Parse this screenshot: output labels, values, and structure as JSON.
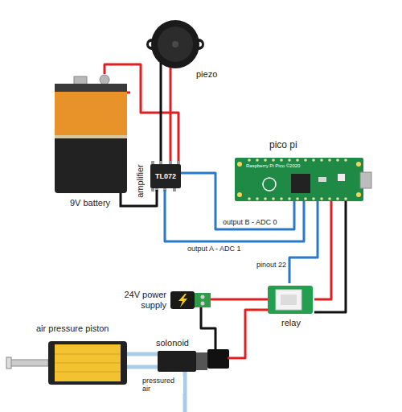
{
  "diagram": {
    "nodes": [
      {
        "text": [
          "piezo"
        ]
      },
      {
        "text": [
          "9V battery"
        ]
      },
      {
        "text": [
          "amplifier",
          "TL072"
        ]
      },
      {
        "text": [
          "pico pi",
          "Raspberry Pi Pico ©2020"
        ]
      },
      {
        "text": [
          "24V power supply"
        ]
      },
      {
        "text": [
          "relay"
        ]
      },
      {
        "text": [
          "air pressure piston"
        ]
      },
      {
        "text": [
          "solonoid"
        ]
      }
    ],
    "edges": [
      {
        "from": 1,
        "to": 2,
        "arrow": "none"
      },
      {
        "from": 1,
        "to": 2,
        "arrow": "none"
      },
      {
        "from": 0,
        "to": 2,
        "arrow": "none"
      },
      {
        "from": 0,
        "to": 2,
        "arrow": "none"
      },
      {
        "from": 2,
        "to": 3,
        "label": "output B - ADC 0",
        "arrow": "none"
      },
      {
        "from": 2,
        "to": 3,
        "label": "output A - ADC 1",
        "arrow": "none"
      },
      {
        "from": 3,
        "to": 5,
        "label": "pinout 22",
        "arrow": "none"
      },
      {
        "from": 3,
        "to": 5,
        "arrow": "none"
      },
      {
        "from": 3,
        "to": 5,
        "arrow": "none"
      },
      {
        "from": 4,
        "to": 5,
        "arrow": "none"
      },
      {
        "from": 5,
        "to": 7,
        "arrow": "none"
      },
      {
        "from": 4,
        "to": 7,
        "arrow": "none"
      },
      {
        "from": 7,
        "to": 6,
        "arrow": "none"
      },
      {
        "from": 7,
        "to": 6,
        "arrow": "none"
      }
    ],
    "labels": [
      "pressured air"
    ]
  }
}
